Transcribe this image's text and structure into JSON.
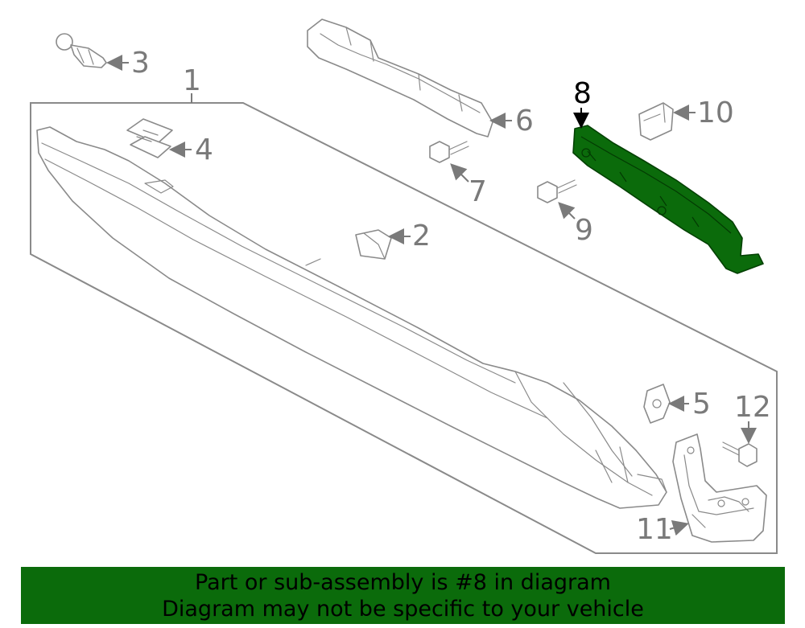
{
  "callouts": {
    "c1": "1",
    "c2": "2",
    "c3": "3",
    "c4": "4",
    "c5": "5",
    "c6": "6",
    "c7": "7",
    "c8": "8",
    "c9": "9",
    "c10": "10",
    "c11": "11",
    "c12": "12"
  },
  "highlighted_part": "8",
  "banner": {
    "line1": "Part or sub-assembly is #8 in diagram",
    "line2": "Diagram may not be specific to your vehicle"
  },
  "colors": {
    "highlight": "#0b6b0b",
    "lines": "#8a8a8a",
    "banner_bg": "#0b6b0b"
  }
}
